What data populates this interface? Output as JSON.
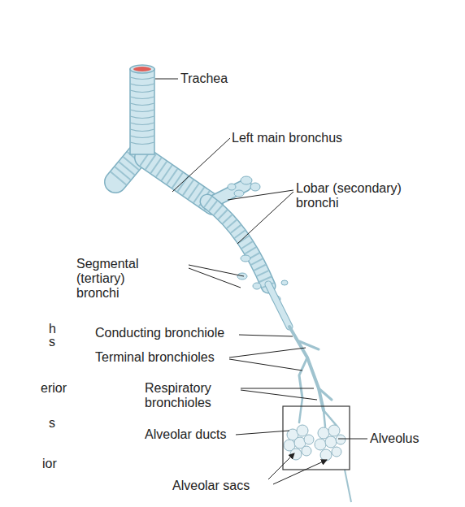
{
  "diagram": {
    "labels": [
      "Trachea",
      "Left main bronchus",
      "Lobar (secondary) bronchi",
      "Segmental (tertiary) bronchi",
      "h",
      "s",
      "Conducting bronchiole",
      "Terminal bronchioles",
      "erior",
      "Respiratory bronchioles",
      "s",
      "Alveolar ducts",
      "Alveolus",
      "ior",
      "Alveolar sacs"
    ]
  }
}
